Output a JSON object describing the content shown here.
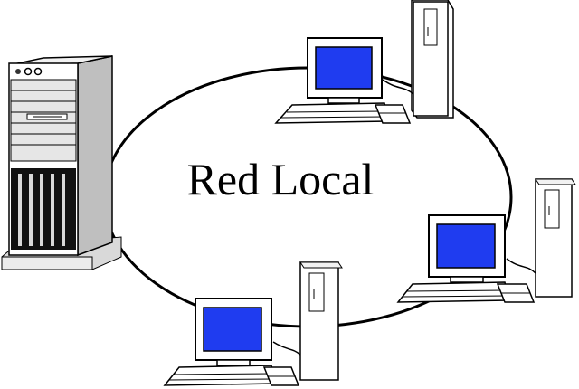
{
  "title": "Red Local",
  "topology": "ring",
  "colors": {
    "screen": "#1f3cf0",
    "outline": "#000000",
    "body": "#ffffff",
    "server_shade": "#bfbfbf",
    "server_dark": "#8a8a8a",
    "ring": "#000000"
  },
  "devices": [
    {
      "kind": "server",
      "icon": "server-tower-icon"
    },
    {
      "kind": "workstation",
      "icon": "workstation-icon"
    },
    {
      "kind": "workstation",
      "icon": "workstation-icon"
    },
    {
      "kind": "workstation",
      "icon": "workstation-icon"
    }
  ]
}
